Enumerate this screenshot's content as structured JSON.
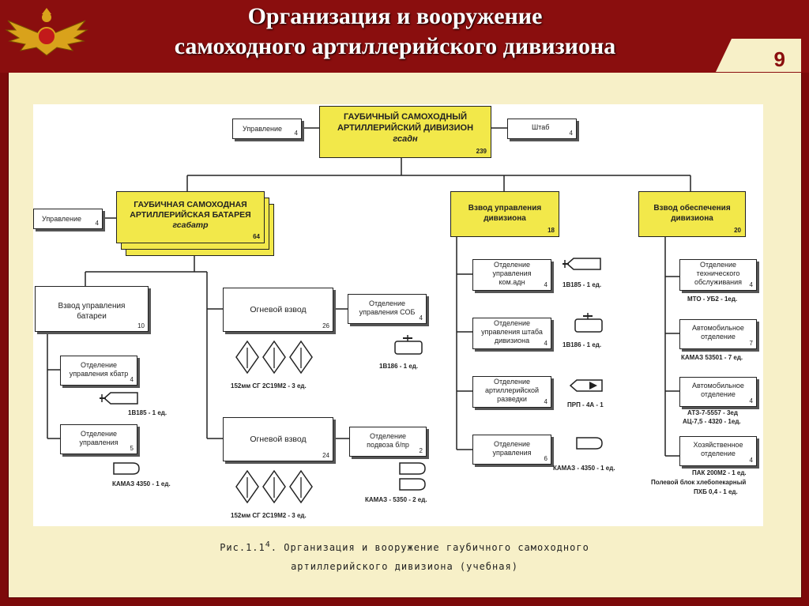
{
  "header": {
    "title_line1": "Организация и вооружение",
    "title_line2": "самоходного артиллерийского дивизиона",
    "page_number": "9"
  },
  "colors": {
    "header_bg": "#8a0e0e",
    "slide_bg": "#f7f0c8",
    "unit_fill": "#f2e84a"
  },
  "diagram": {
    "top": {
      "line1": "ГАУБИЧНЫЙ САМОХОДНЫЙ",
      "line2": "АРТИЛЛЕРИЙСКИЙ ДИВИЗИОН",
      "line3": "гсадн",
      "num": "239"
    },
    "upravlenie_top": {
      "label": "Управление",
      "num": "4"
    },
    "shtab": {
      "label": "Штаб",
      "num": "4"
    },
    "battery": {
      "line1": "ГАУБИЧНАЯ САМОХОДНАЯ",
      "line2": "АРТИЛЛЕРИЙСКАЯ БАТАРЕЯ",
      "line3": "гсабатр",
      "num": "64"
    },
    "upravlenie_bat": {
      "label": "Управление",
      "num": "4"
    },
    "vzvod_upr_div": {
      "line1": "Взвод управления",
      "line2": "дивизиона",
      "num": "18"
    },
    "vzvod_obesp": {
      "line1": "Взвод обеспечения",
      "line2": "дивизиона",
      "num": "20"
    },
    "vzvod_upr_bat": {
      "line1": "Взвод управления",
      "line2": "батареи",
      "num": "10"
    },
    "fire1": {
      "label": "Огневой взвод",
      "num": "26"
    },
    "fire2": {
      "label": "Огневой взвод",
      "num": "24"
    },
    "otd_sob": {
      "line1": "Отделение",
      "line2": "управления СОБ",
      "num": "4"
    },
    "otd_podvoz": {
      "line1": "Отделение",
      "line2": "подвоза б/пр",
      "num": "2"
    },
    "otd_kbatr": {
      "line1": "Отделение",
      "line2": "управления кбатр",
      "num": "4"
    },
    "otd_upr_bat": {
      "line1": "Отделение",
      "line2": "управления",
      "num": "5"
    },
    "otd_kom_adn": {
      "line1": "Отделение",
      "line2": "управления",
      "line3": "ком.адн",
      "num": "4"
    },
    "otd_shtab_div": {
      "line1": "Отделение",
      "line2": "управления штаба",
      "line3": "дивизиона",
      "num": "4"
    },
    "otd_art_razv": {
      "line1": "Отделение",
      "line2": "артиллерийской",
      "line3": "разведки",
      "num": "4"
    },
    "otd_upr_div": {
      "line1": "Отделение",
      "line2": "управления",
      "num": "6"
    },
    "otd_tech": {
      "line1": "Отделение",
      "line2": "технического",
      "line3": "обслуживания",
      "num": "4"
    },
    "otd_auto1": {
      "line1": "Автомобильное",
      "line2": "отделение",
      "num": "7"
    },
    "otd_auto2": {
      "line1": "Автомобильное",
      "line2": "отделение",
      "num": "4"
    },
    "otd_hoz": {
      "line1": "Хозяйственное",
      "line2": "отделение",
      "num": "4"
    },
    "captions": {
      "sg1": "152мм СГ 2С19М2 - 3 ед.",
      "sg2": "152мм СГ 2С19М2 - 3 ед.",
      "v186_a": "1В186 - 1 ед.",
      "v185_a": "1В185  - 1 ед.",
      "kamaz4350_a": "КАМАЗ 4350  - 1 ед.",
      "kamaz5350": "КАМАЗ - 5350 - 2 ед.",
      "v185_b": "1В185 - 1 ед.",
      "v186_b": "1В186 - 1 ед.",
      "prp": "ПРП - 4А  - 1",
      "kamaz4350_b": "КАМАЗ - 4350 - 1 ед.",
      "mto": "МТО - УБ2 - 1ед.",
      "kamaz53501": "КАМАЗ 53501 - 7 ед.",
      "atz1": "АТЗ-7-5557 - 3ед",
      "atz2": "АЦ-7,5 - 4320 - 1ед.",
      "pak1": "ПАК 200М2  - 1 ед.",
      "pak2": "Полевой блок хлебопекарный",
      "pak3": "ПХБ 0,4 - 1 ед."
    }
  },
  "caption": {
    "line1_a": "Рис.1.1",
    "line1_sup": "4",
    "line1_b": ". Организация и вооружение гаубичного самоходного",
    "line2": "артиллерийского дивизиона (учебная)"
  }
}
